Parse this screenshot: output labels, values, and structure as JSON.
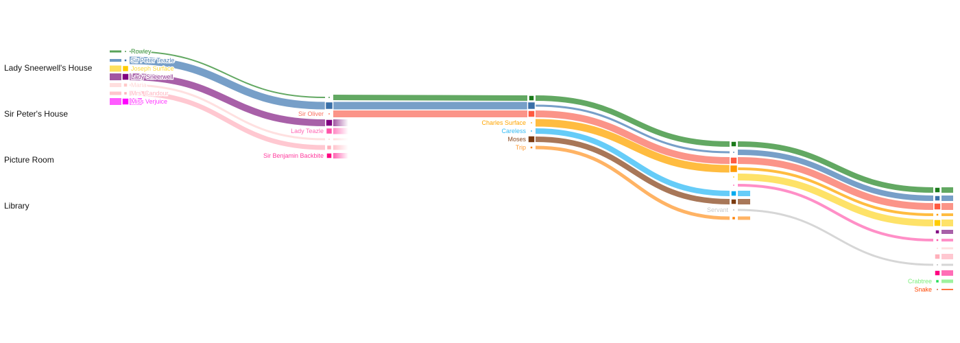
{
  "locations": [
    "Lady Sneerwell's House",
    "Sir Peter's House",
    "Picture Room",
    "Library"
  ],
  "characters": [
    {
      "id": "rowley",
      "name": "Rowley",
      "color": "#2e8b2e",
      "box": "#1a7a1a",
      "appearances": [
        {
          "scene": 0,
          "weight": 3
        },
        {
          "scene": 1,
          "weight": 2
        },
        {
          "scene": 2,
          "weight": 8
        },
        {
          "scene": 3,
          "weight": 8
        },
        {
          "scene": 4,
          "weight": 8
        }
      ]
    },
    {
      "id": "peter",
      "name": "Sir Peter Teazle",
      "color": "#4a7fb5",
      "box": "#3a70a8",
      "appearances": [
        {
          "scene": 0,
          "weight": 4
        },
        {
          "scene": 1,
          "weight": 11
        },
        {
          "scene": 2,
          "weight": 11
        },
        {
          "scene": 3,
          "weight": 3
        },
        {
          "scene": 4,
          "weight": 8
        }
      ]
    },
    {
      "id": "joseph",
      "name": "Joseph Surface",
      "color": "#fdd835",
      "box": "#ffcc00",
      "appearances": [
        {
          "scene": 0,
          "weight": 9
        },
        {
          "scene": 3,
          "weight": 3,
          "fadeIn": true
        },
        {
          "scene": 4,
          "weight": 10
        }
      ]
    },
    {
      "id": "sneerwell",
      "name": "Lady Sneerwell",
      "color": "#8b2b8b",
      "box": "#800080",
      "appearances": [
        {
          "scene": 0,
          "weight": 10
        },
        {
          "scene": 1,
          "weight": 10,
          "fadeOut": true
        },
        {
          "scene": 4,
          "weight": 6,
          "fadeIn": true
        }
      ]
    },
    {
      "id": "maria",
      "name": "Maria",
      "color": "#ffd6d6",
      "box": "#ffc8c8",
      "appearances": [
        {
          "scene": 0,
          "weight": 6
        },
        {
          "scene": 1,
          "weight": 3,
          "fadeOut": true
        },
        {
          "scene": 4,
          "weight": 3,
          "fadeIn": true
        }
      ]
    },
    {
      "id": "candour",
      "name": "Mrs. Candour",
      "color": "#ffb6c1",
      "box": "#ffb0bb",
      "appearances": [
        {
          "scene": 0,
          "weight": 5
        },
        {
          "scene": 1,
          "weight": 7,
          "fadeOut": true
        },
        {
          "scene": 4,
          "weight": 8,
          "fadeIn": true
        }
      ]
    },
    {
      "id": "verjuice",
      "name": "Miss Verjuice",
      "color": "#ff33ff",
      "box": "#ff00ff",
      "appearances": [
        {
          "scene": 0,
          "weight": 10
        }
      ]
    },
    {
      "id": "oliver",
      "name": "Sir Oliver",
      "color": "#fa7060",
      "box": "#ff5a40",
      "appearances": [
        {
          "scene": 1,
          "weight": 3
        },
        {
          "scene": 2,
          "weight": 10
        },
        {
          "scene": 3,
          "weight": 10
        },
        {
          "scene": 4,
          "weight": 10
        }
      ]
    },
    {
      "id": "ladyteazle",
      "name": "Lady Teazle",
      "color": "#ff69b4",
      "box": "#ff55aa",
      "appearances": [
        {
          "scene": 1,
          "weight": 9,
          "fadeOut": true
        },
        {
          "scene": 3,
          "weight": 3,
          "fadeIn": true
        },
        {
          "scene": 4,
          "weight": 4
        }
      ]
    },
    {
      "id": "backbite",
      "name": "Sir Benjamin Backbite",
      "color": "#ff3c9e",
      "box": "#ff0080",
      "appearances": [
        {
          "scene": 1,
          "weight": 8,
          "fadeOut": true
        },
        {
          "scene": 4,
          "weight": 8,
          "fadeIn": true
        }
      ]
    },
    {
      "id": "charles",
      "name": "Charles Surface",
      "color": "#ffa500",
      "box": "#ff9a00",
      "appearances": [
        {
          "scene": 2,
          "weight": 3
        },
        {
          "scene": 3,
          "weight": 11
        },
        {
          "scene": 4,
          "weight": 4
        }
      ]
    },
    {
      "id": "careless",
      "name": "Careless",
      "color": "#33bbf5",
      "box": "#00aaee",
      "appearances": [
        {
          "scene": 2,
          "weight": 2
        },
        {
          "scene": 3,
          "weight": 8
        }
      ]
    },
    {
      "id": "moses",
      "name": "Moses",
      "color": "#8b4a20",
      "box": "#7a3a10",
      "appearances": [
        {
          "scene": 2,
          "weight": 10
        },
        {
          "scene": 3,
          "weight": 8
        }
      ]
    },
    {
      "id": "trip",
      "name": "Trip",
      "color": "#ff9a30",
      "box": "#ff8000",
      "appearances": [
        {
          "scene": 2,
          "weight": 4
        },
        {
          "scene": 3,
          "weight": 5
        }
      ]
    },
    {
      "id": "servant",
      "name": "Servant",
      "color": "#c8c8c8",
      "box": "#aaaaaa",
      "appearances": [
        {
          "scene": 3,
          "weight": 2
        },
        {
          "scene": 4,
          "weight": 3
        }
      ]
    },
    {
      "id": "crabtree",
      "name": "Crabtree",
      "color": "#7dee7d",
      "box": "#22dd55",
      "appearances": [
        {
          "scene": 4,
          "weight": 5
        }
      ]
    },
    {
      "id": "snake",
      "name": "Snake",
      "color": "#ff4500",
      "box": "#cc3300",
      "appearances": [
        {
          "scene": 4,
          "weight": 2
        }
      ]
    }
  ]
}
